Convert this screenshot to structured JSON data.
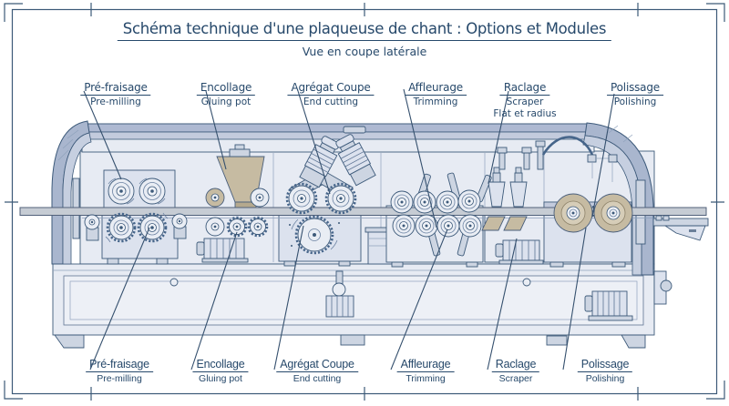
{
  "title": "Schéma technique d'une plaqueuse de chant : Options et Modules",
  "subtitle": "Vue en coupe latérale",
  "modules_top": [
    {
      "fr": "Pré-fraisage",
      "en": "Pre-milling"
    },
    {
      "fr": "Encollage",
      "en": "Gluing pot"
    },
    {
      "fr": "Agrégat Coupe",
      "en": "End cutting"
    },
    {
      "fr": "Affleurage",
      "en": "Trimming"
    },
    {
      "fr": "Raclage",
      "en": "Scraper",
      "en2": "Flat et radius"
    },
    {
      "fr": "Polissage",
      "en": "Polishing"
    }
  ],
  "modules_bottom": [
    {
      "fr": "Pré-fraisage",
      "en": "Pre-milling"
    },
    {
      "fr": "Encollage",
      "en": "Gluing pot"
    },
    {
      "fr": "Agrégat Coupe",
      "en": "End cutting"
    },
    {
      "fr": "Affleurage",
      "en": "Trimming"
    },
    {
      "fr": "Raclage",
      "en": "Scraper"
    },
    {
      "fr": "Polissage",
      "en": "Polishing"
    }
  ],
  "colors": {
    "ink": "#3d5a7a",
    "text": "#27496b",
    "panel_light": "#e7ebf3",
    "band_blue": "#aeb9d2",
    "glue_tan": "#c6bba2",
    "workpiece_gray": "#c6ccd4"
  }
}
